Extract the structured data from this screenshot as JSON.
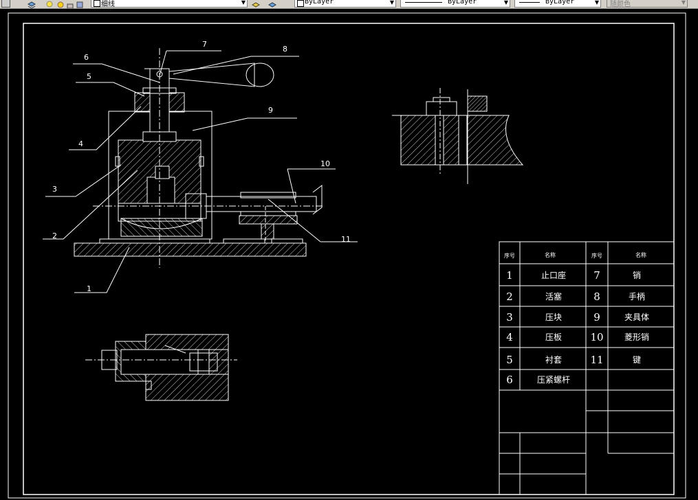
{
  "toolbar": {
    "layer_name": "细线",
    "color_value": "ByLayer",
    "linetype_value": "ByLayer",
    "lineweight_value": "ByLayer",
    "plotstyle_value": "随颜色"
  },
  "callouts": [
    "1",
    "2",
    "3",
    "4",
    "5",
    "6",
    "7",
    "8",
    "9",
    "10",
    "11"
  ],
  "bom": {
    "header": {
      "no": "序号",
      "name": "名称",
      "no2": "序号",
      "name2": "名称"
    },
    "rows": [
      {
        "no": "1",
        "name": "止口座",
        "no2": "7",
        "name2": "销"
      },
      {
        "no": "2",
        "name": "活塞",
        "no2": "8",
        "name2": "手柄"
      },
      {
        "no": "3",
        "name": "压块",
        "no2": "9",
        "name2": "夹具体"
      },
      {
        "no": "4",
        "name": "压板",
        "no2": "10",
        "name2": "菱形销"
      },
      {
        "no": "5",
        "name": "衬套",
        "no2": "11",
        "name2": "键"
      },
      {
        "no": "6",
        "name": "压紧螺杆",
        "no2": "",
        "name2": ""
      }
    ]
  },
  "colors": {
    "background": "#000000",
    "lines": "#ffffff",
    "toolbar": "#d4d0c8"
  }
}
